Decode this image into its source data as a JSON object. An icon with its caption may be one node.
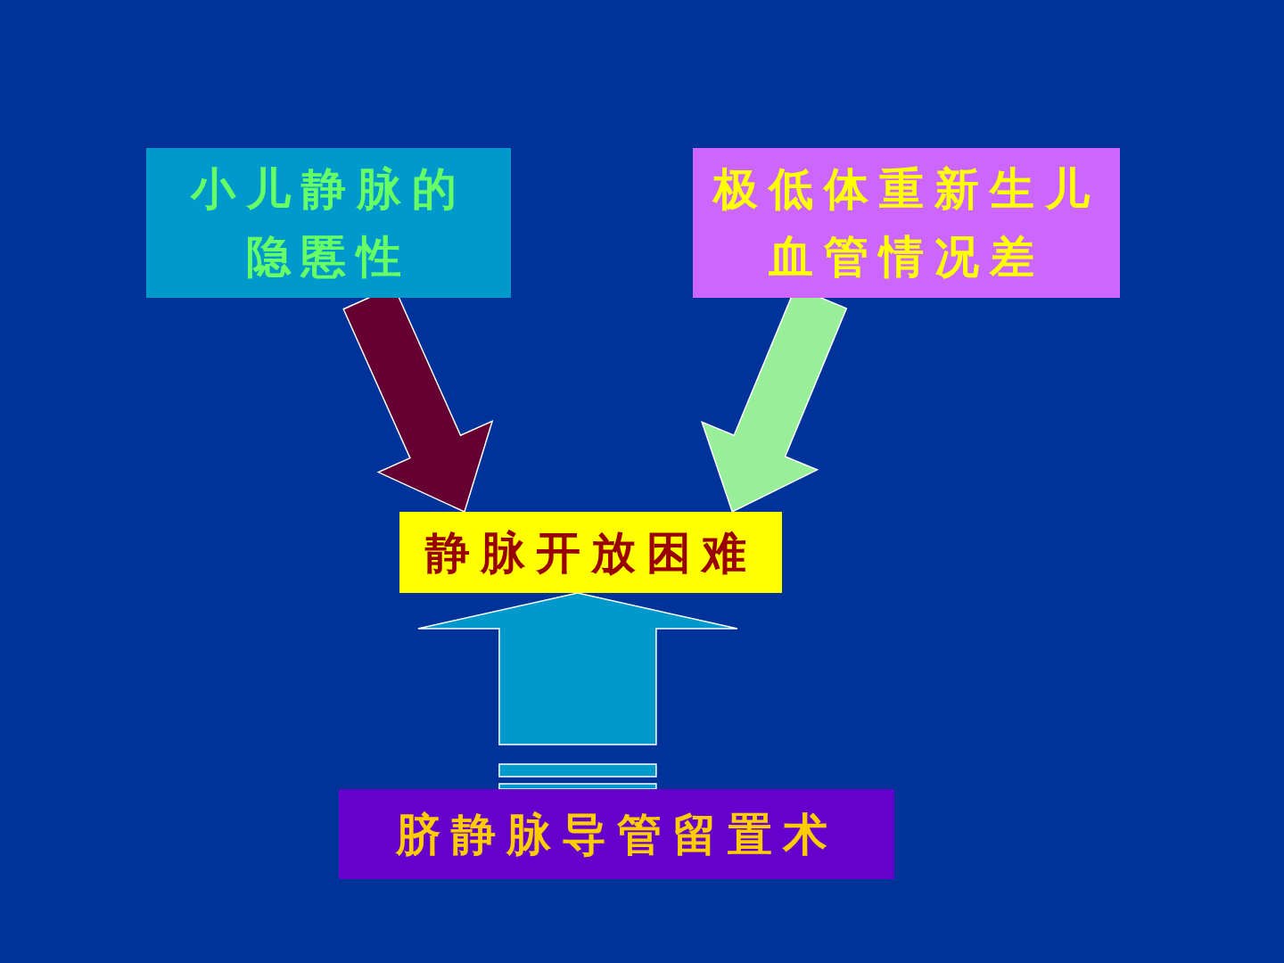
{
  "diagram": {
    "nodes": [
      {
        "text": [
          "小儿静脉的隐慝性"
        ]
      },
      {
        "text": [
          "极低体重新生儿血管情况差"
        ]
      },
      {
        "text": [
          "静脉开放困难"
        ]
      },
      {
        "text": [
          "脐静脉导管留置术"
        ]
      }
    ],
    "edges": [
      {
        "from": 0,
        "to": 2,
        "arrow": "to",
        "color": "#660033"
      },
      {
        "from": 1,
        "to": 2,
        "arrow": "to",
        "color": "#99ee99"
      },
      {
        "from": 3,
        "to": 2,
        "arrow": "to",
        "color": "#0099cc"
      }
    ]
  }
}
